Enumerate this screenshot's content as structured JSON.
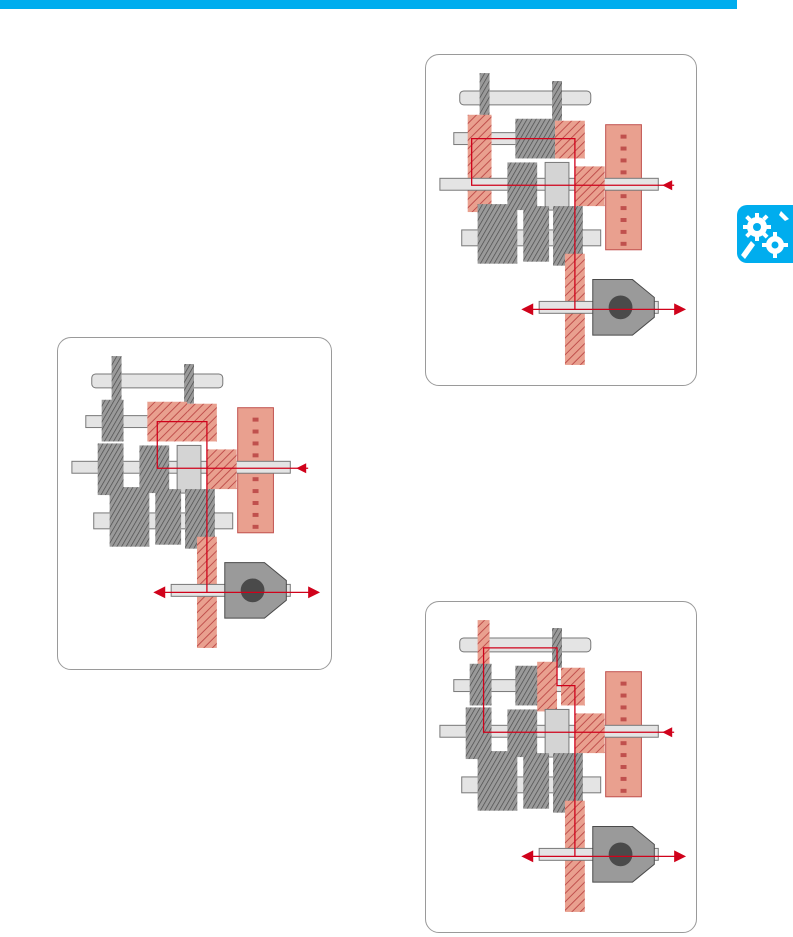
{
  "colors": {
    "header_bar": "#00adee",
    "tab": "#00adee",
    "gear_gray": "#8c8c8c",
    "gear_dark": "#4a4a4a",
    "shaft_light": "#e4e4e4",
    "highlight_gear": "#e9a08f",
    "highlight_dark": "#c0504d",
    "power_flow_line": "#d0021b"
  },
  "icons": {
    "side_tab": "gears-icon"
  },
  "figures": [
    {
      "id": "gearbox-figure-a",
      "engaged_gear_pair": "upper-left"
    },
    {
      "id": "gearbox-figure-b",
      "engaged_gear_pair": "upper-left"
    },
    {
      "id": "gearbox-figure-c",
      "engaged_gear_pair": "top-left"
    }
  ]
}
